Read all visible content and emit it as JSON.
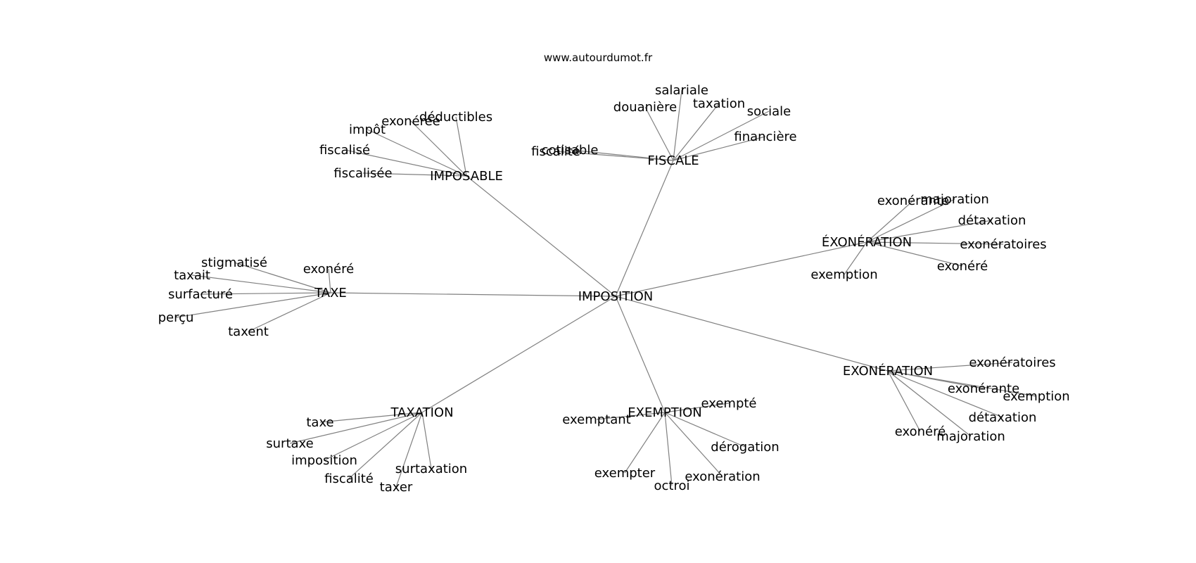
{
  "credit": "www.autourdumot.fr",
  "graph": {
    "center": "IMPOSITION",
    "clusters": [
      {
        "hub": "IMPOSABLE",
        "leaves": [
          "impôt",
          "exonérée",
          "déductibles",
          "fiscalisé",
          "fiscalisée"
        ]
      },
      {
        "hub": "FISCALE",
        "leaves": [
          "salariale",
          "douanière",
          "taxation",
          "sociale",
          "financière",
          "fiscalité",
          "cotisable"
        ]
      },
      {
        "hub": "ÉXONÉRATION",
        "leaves": [
          "exonérante",
          "majoration",
          "détaxation",
          "exonératoires",
          "exonéré",
          "exemption"
        ]
      },
      {
        "hub": "TAXE",
        "leaves": [
          "stigmatisé",
          "exonéré",
          "taxait",
          "surfacturé",
          "perçu",
          "taxent"
        ]
      },
      {
        "hub": "EXONÉRATION",
        "leaves": [
          "exonératoires",
          "exonérante",
          "exemption",
          "détaxation",
          "exonéré",
          "majoration"
        ]
      },
      {
        "hub": "TAXATION",
        "leaves": [
          "taxe",
          "surtaxe",
          "imposition",
          "fiscalité",
          "taxer",
          "surtaxation"
        ]
      },
      {
        "hub": "EXEMPTION",
        "leaves": [
          "exemptant",
          "exempté",
          "dérogation",
          "exempter",
          "octroi",
          "exonération"
        ]
      }
    ]
  }
}
